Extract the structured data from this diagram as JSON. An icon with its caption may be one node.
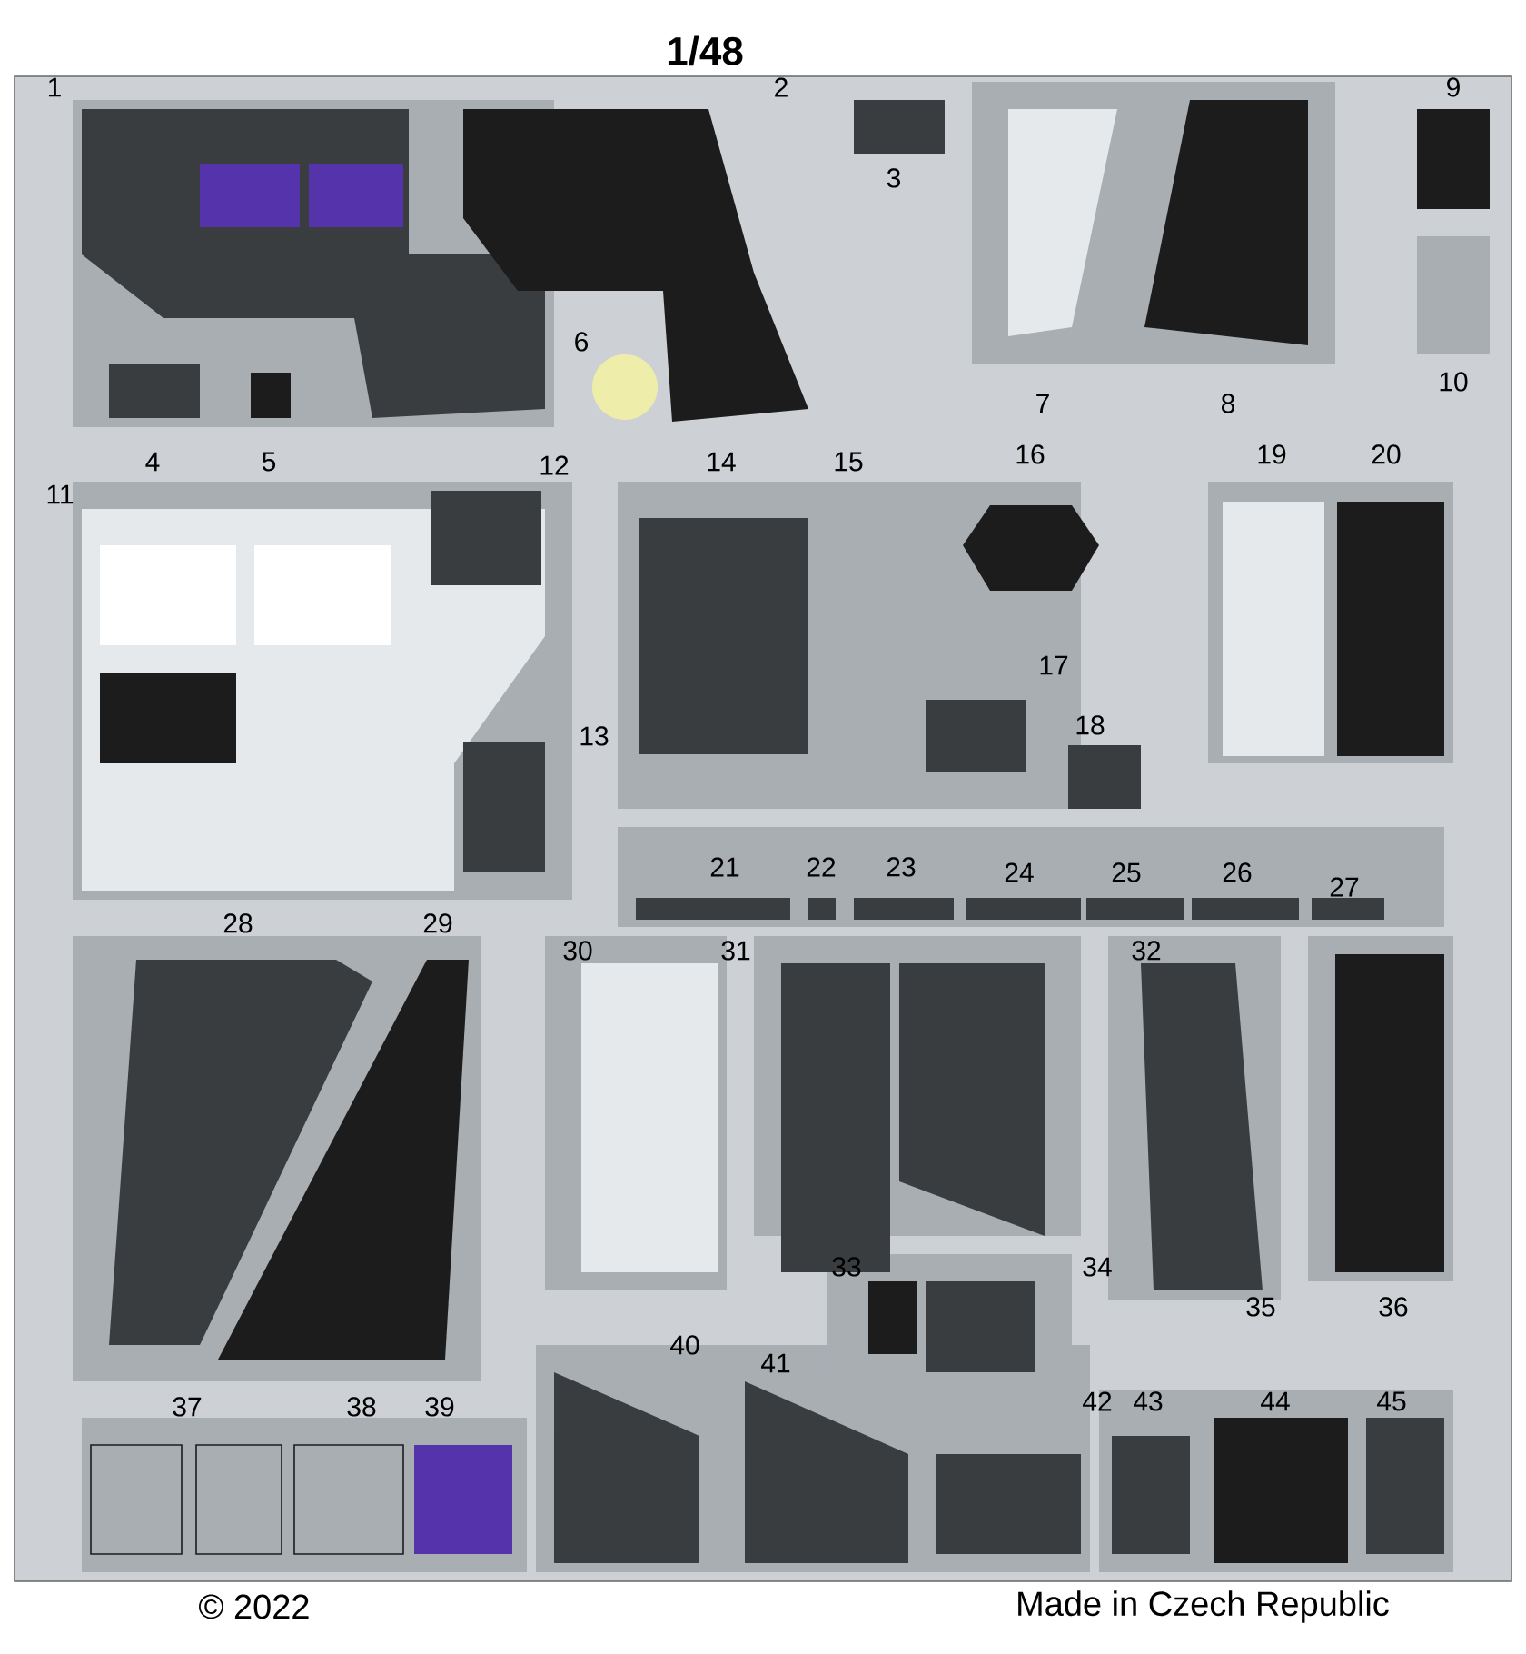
{
  "diagram": {
    "title": "1/48",
    "labels": [
      "1",
      "2",
      "3",
      "4",
      "5",
      "6",
      "7",
      "8",
      "9",
      "10",
      "11",
      "12",
      "13",
      "14",
      "15",
      "16",
      "17",
      "18",
      "19",
      "20",
      "21",
      "22",
      "23",
      "24",
      "25",
      "26",
      "27",
      "28",
      "29",
      "30",
      "31",
      "32",
      "33",
      "34",
      "35",
      "36",
      "37",
      "38",
      "39",
      "40",
      "41",
      "42",
      "43",
      "44",
      "45",
      "© 2022",
      "Made in Czech Republic"
    ]
  }
}
